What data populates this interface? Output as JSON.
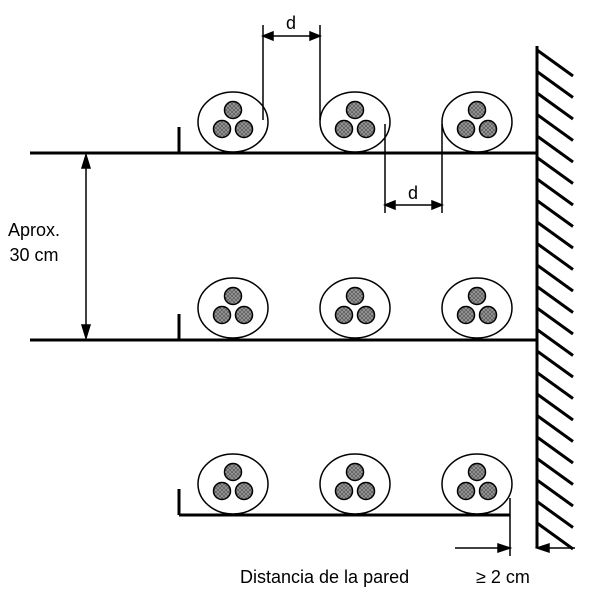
{
  "labels": {
    "spacing_top": "d",
    "spacing_middle": "d",
    "height_line1": "Aprox.",
    "height_line2": "30 cm",
    "wall_distance": "Distancia de la pared",
    "wall_min": "≥ 2 cm"
  },
  "layout_summary": {
    "trays": 3,
    "cable_bundles_per_tray": 3,
    "conductors_per_bundle": 3
  },
  "colors": {
    "stroke": "#000000",
    "conductor_fill": "#8c8c8c",
    "background": "#ffffff"
  }
}
